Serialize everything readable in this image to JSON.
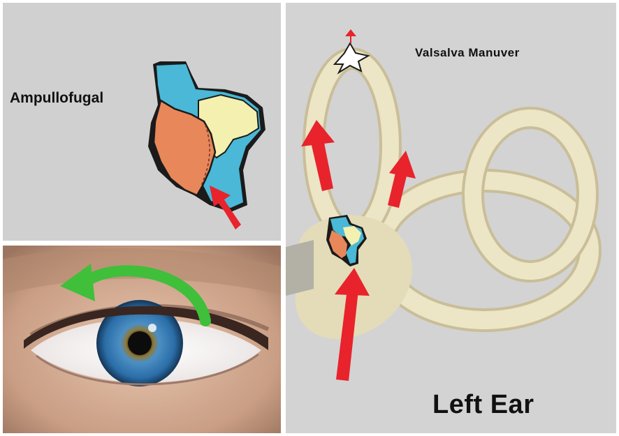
{
  "labels": {
    "ampullofugal": "Ampullofugal",
    "valsalva": "Valsalva Manuver",
    "left_ear": "Left Ear"
  },
  "colors": {
    "background": "#d0d0d0",
    "endolymph": "#4ab8d6",
    "cupula": "#f4f0b0",
    "crista": "#e8875a",
    "flow_arrow": "#e8232b",
    "eye_movement_arrow": "#3fbf3a",
    "labyrinth_bone": "#e9e2c2"
  }
}
